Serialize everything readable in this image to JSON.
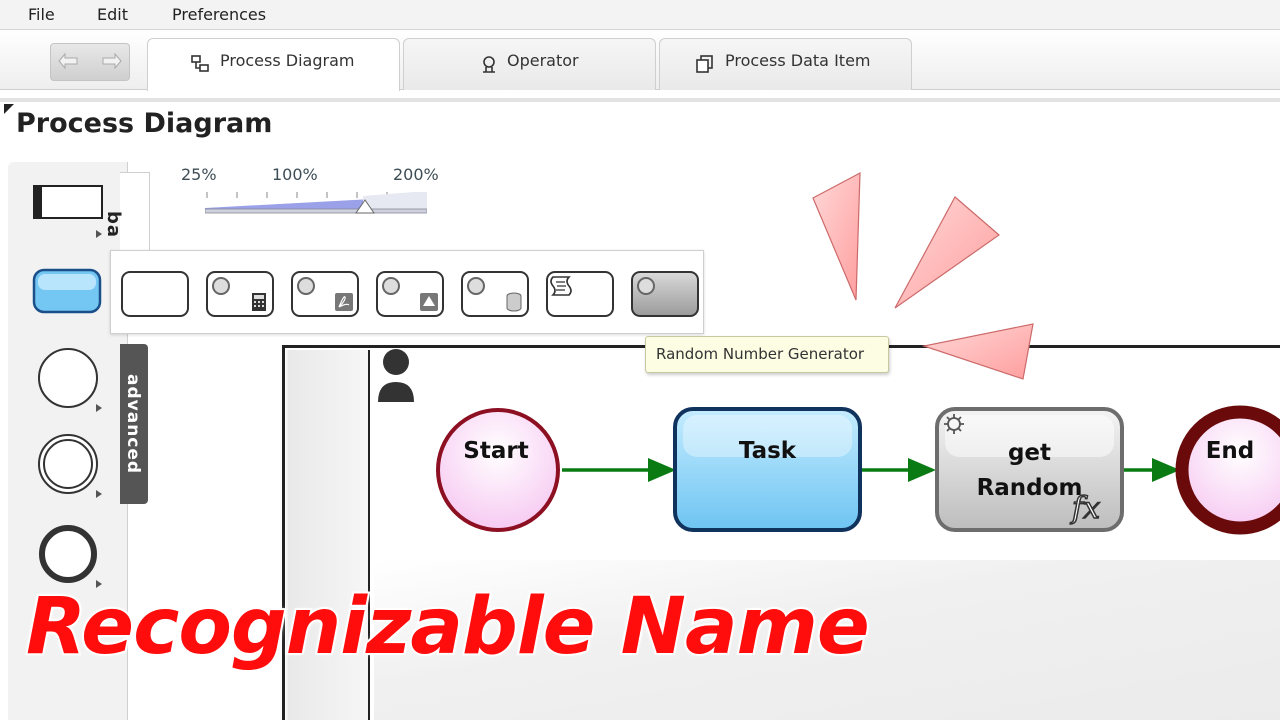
{
  "menu": {
    "file": "File",
    "edit": "Edit",
    "preferences": "Preferences"
  },
  "tabs": [
    {
      "label": "Process Diagram"
    },
    {
      "label": "Operator"
    },
    {
      "label": "Process Data Item"
    }
  ],
  "page": {
    "title": "Process Diagram"
  },
  "zoom": {
    "min_label": "25%",
    "mid_label": "100%",
    "max_label": "200%",
    "level_fraction": 0.72
  },
  "palette": {
    "basic_tab": "ba",
    "advanced_tab": "advanced"
  },
  "tooltip": {
    "text": "Random Number Generator"
  },
  "diagram": {
    "start_label": "Start",
    "task_label": "Task",
    "service_label_line1": "get",
    "service_label_line2": "Random",
    "end_label": "End",
    "flow_color": "#0a7a12"
  },
  "headline": {
    "text": "Recognizable Name",
    "color": "#ff0d0d"
  }
}
